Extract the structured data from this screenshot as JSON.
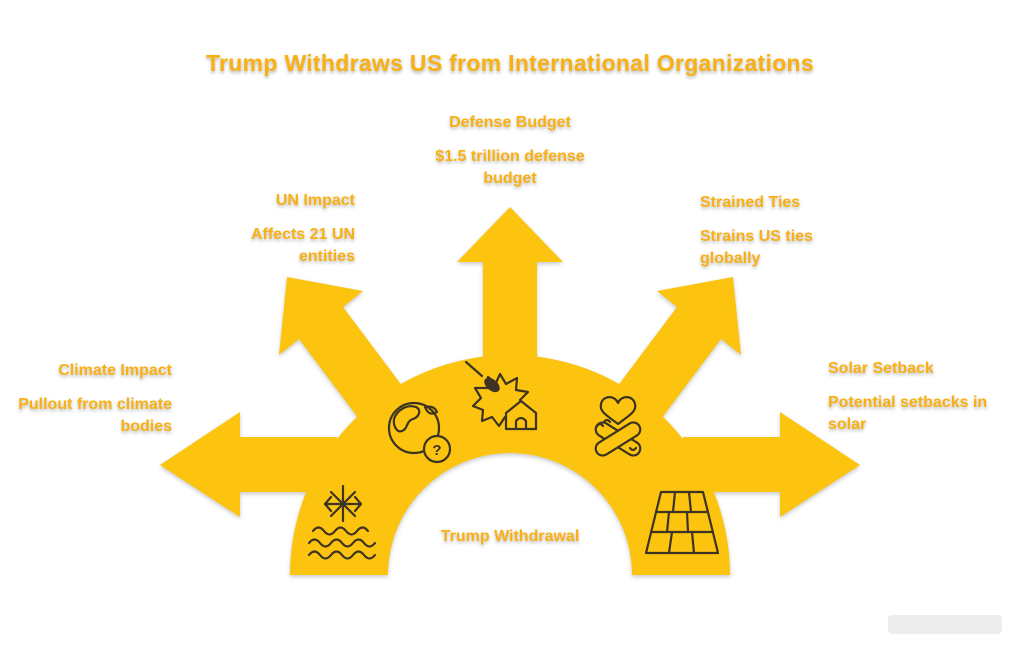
{
  "title": "Trump Withdraws US from International Organizations",
  "center_label": "Trump Withdrawal",
  "globe_question_mark": "?",
  "colors": {
    "shape_yellow": "#FCC40F",
    "text_gold": "#F9B012",
    "icon_outline": "#3C3322",
    "background": "#FFFFFF"
  },
  "spokes": [
    {
      "id": "climate",
      "position": "left",
      "heading": "Climate Impact",
      "detail": "Pullout from climate bodies",
      "icon": "snowflake-waves-icon"
    },
    {
      "id": "un",
      "position": "upper-left",
      "heading": "UN Impact",
      "detail": "Affects 21 UN entities",
      "icon": "globe-question-icon"
    },
    {
      "id": "defense",
      "position": "top",
      "heading": "Defense Budget",
      "detail": "$1.5 trillion defense budget",
      "icon": "explosion-house-icon"
    },
    {
      "id": "strained",
      "position": "upper-right",
      "heading": "Strained Ties",
      "detail": "Strains US ties globally",
      "icon": "heart-hands-icon"
    },
    {
      "id": "solar",
      "position": "right",
      "heading": "Solar Setback",
      "detail": "Potential setbacks in solar",
      "icon": "solar-panel-icon"
    }
  ]
}
